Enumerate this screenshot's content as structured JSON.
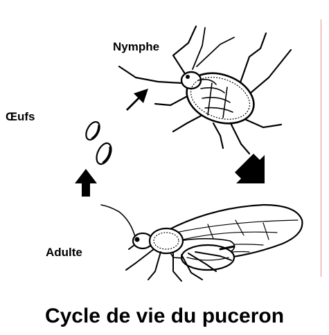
{
  "title": "Cycle de vie du puceron",
  "stages": {
    "nymph": "Nymphe",
    "eggs": "Œufs",
    "adult": "Adulte"
  },
  "colors": {
    "ink": "#000000",
    "background": "#ffffff",
    "margin_rule": "#e58f8f"
  },
  "icons": [
    "nymph-aphid-illustration",
    "egg-icon",
    "winged-adult-aphid-illustration",
    "arrow-icon"
  ]
}
